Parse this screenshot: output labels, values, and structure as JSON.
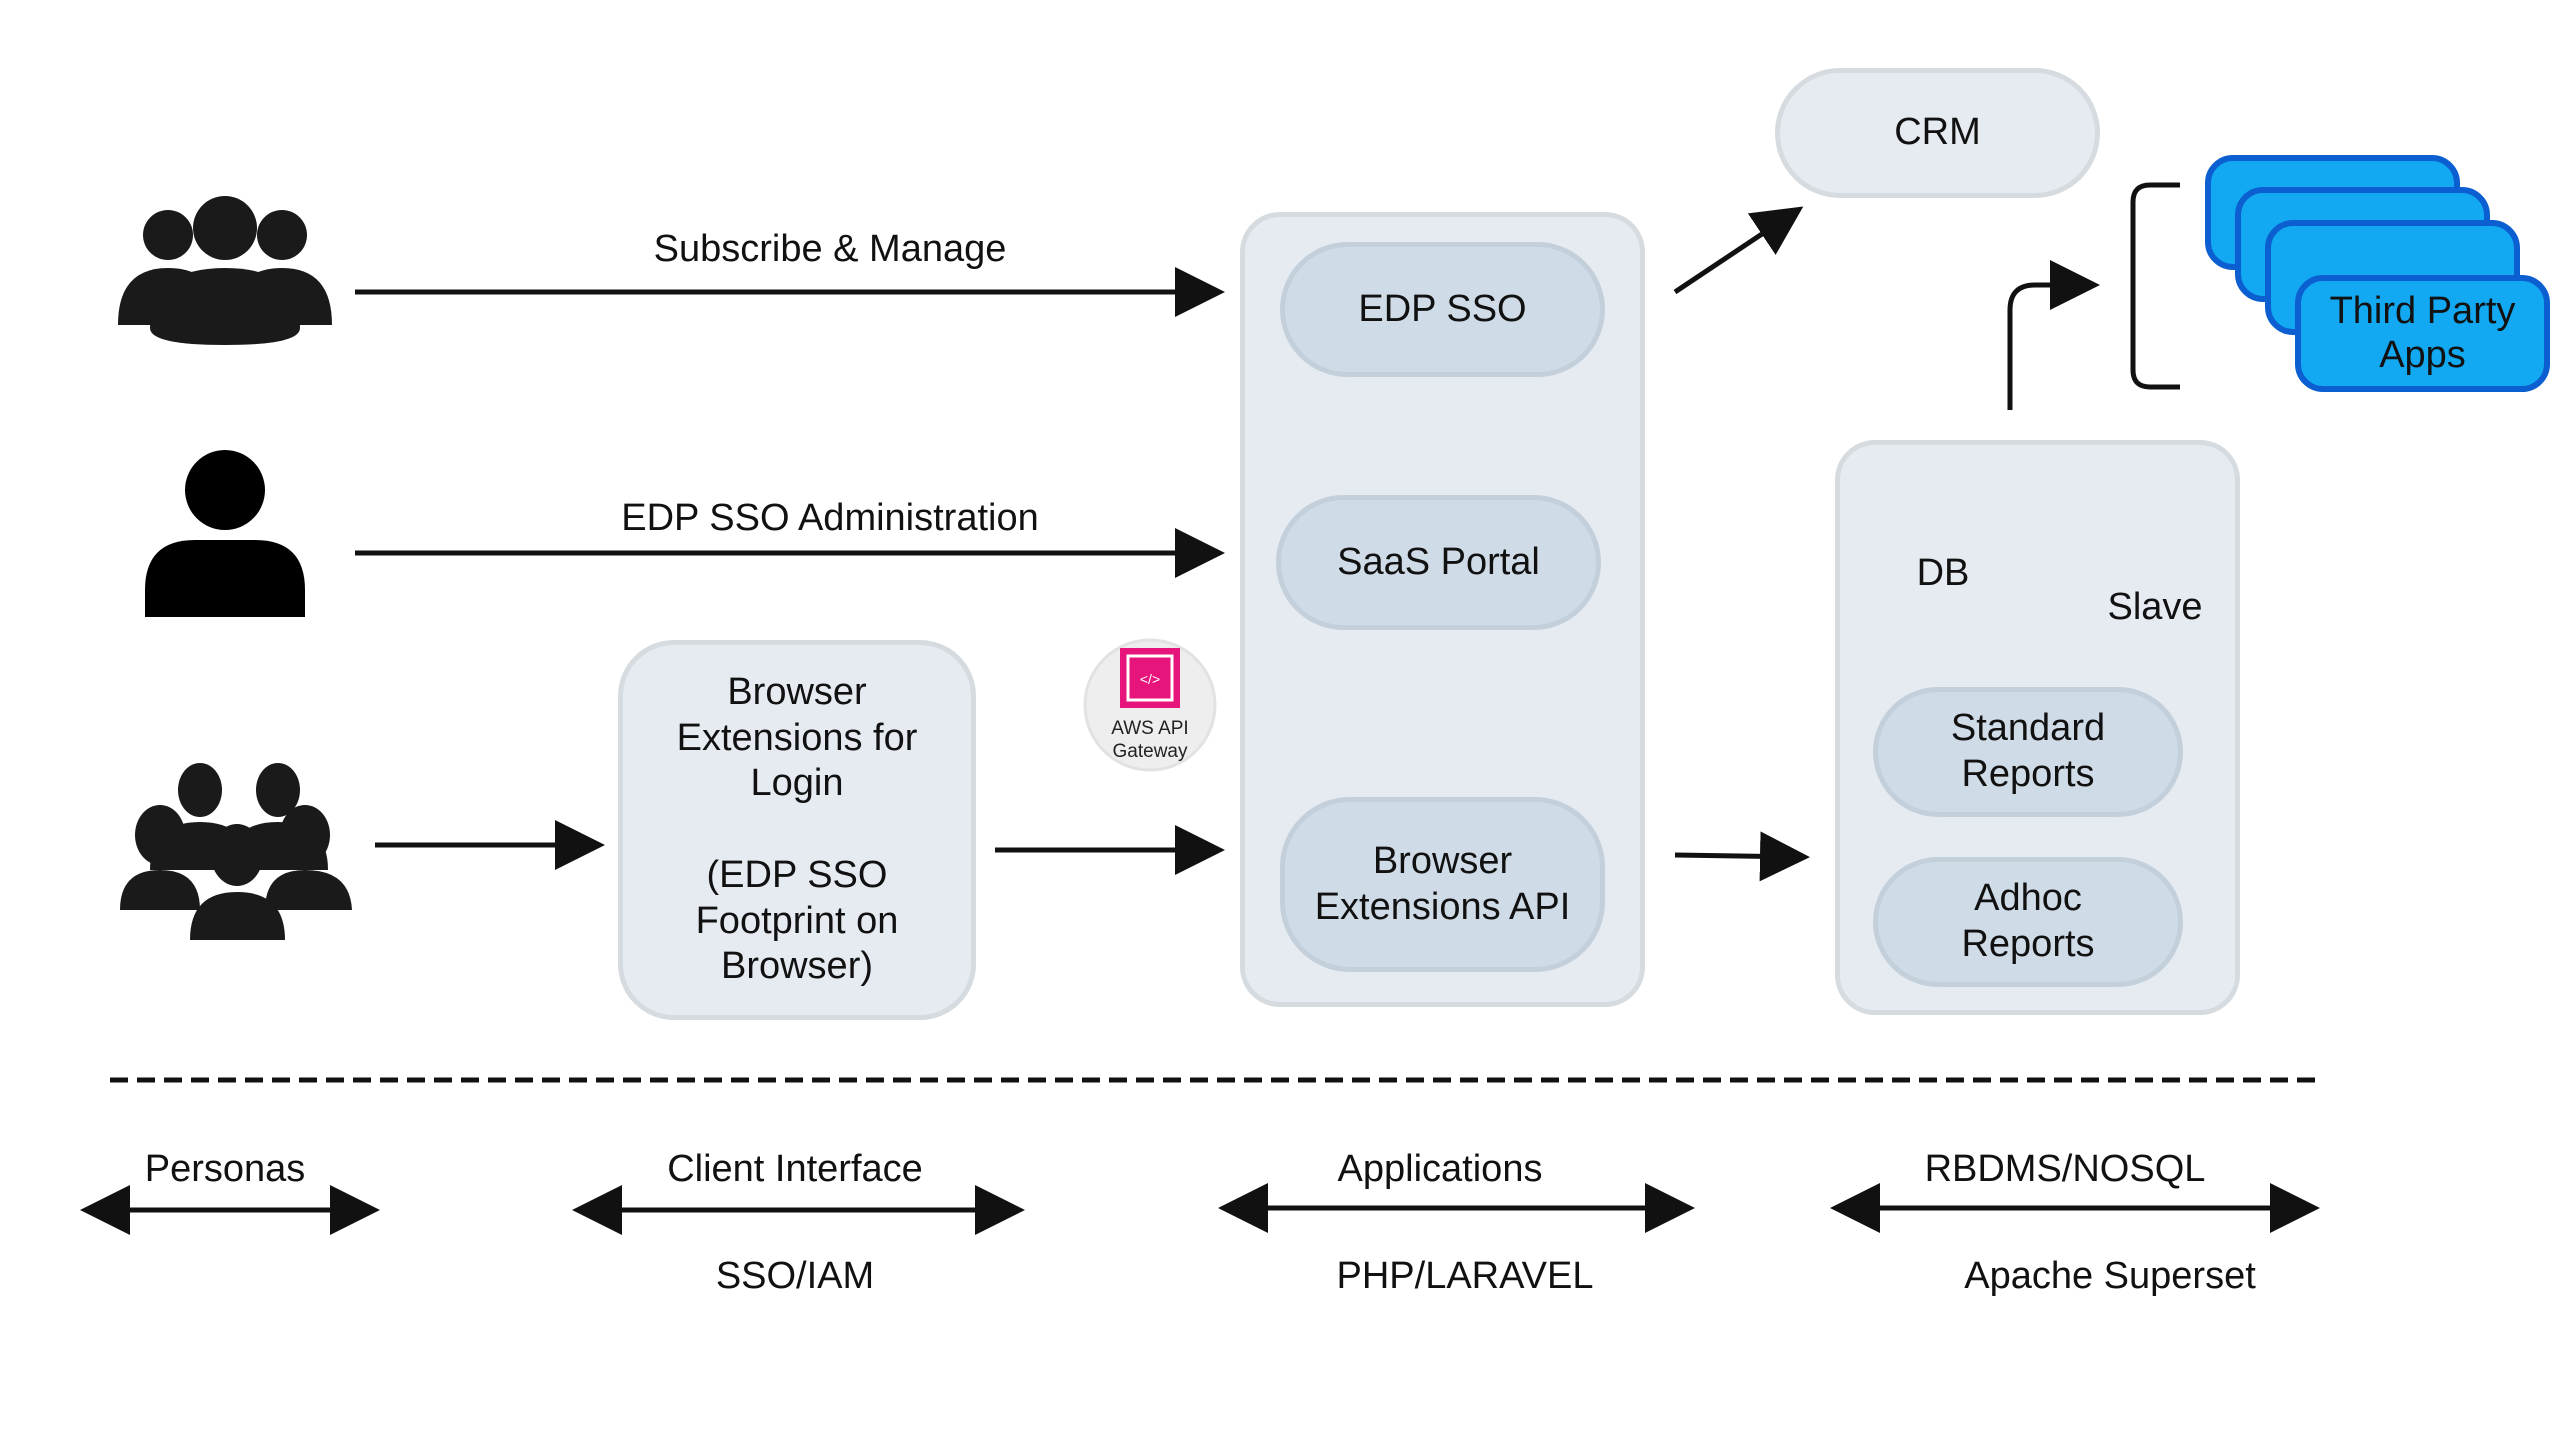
{
  "personas": {
    "subscribe_label": "Subscribe & Manage",
    "admin_label": "EDP SSO Administration"
  },
  "client": {
    "box_lines": [
      "Browser",
      "Extensions for",
      "Login",
      "",
      "(EDP SSO",
      "Footprint on",
      "Browser)"
    ]
  },
  "gateway": {
    "line1": "AWS API",
    "line2": "Gateway"
  },
  "applications": {
    "edp_sso": "EDP SSO",
    "saas_portal": "SaaS Portal",
    "browser_api_lines": [
      "Browser",
      "Extensions API"
    ]
  },
  "crm": {
    "label": "CRM"
  },
  "third_party": {
    "lines": [
      "Third Party",
      "Apps"
    ]
  },
  "database": {
    "db": "DB",
    "slave": "Slave",
    "standard_reports_lines": [
      "Standard",
      "Reports"
    ],
    "adhoc_reports_lines": [
      "Adhoc",
      "Reports"
    ]
  },
  "layers": [
    {
      "top": "Personas",
      "bottom": ""
    },
    {
      "top": "Client Interface",
      "bottom": "SSO/IAM"
    },
    {
      "top": "Applications",
      "bottom": "PHP/LARAVEL"
    },
    {
      "top": "RBDMS/NOSQL",
      "bottom": "Apache Superset"
    }
  ],
  "colors": {
    "panel": "#e6ebf1",
    "pill": "#cfdbe6",
    "third_party": "#12a9f2",
    "aws_gateway": "#e7157b"
  }
}
